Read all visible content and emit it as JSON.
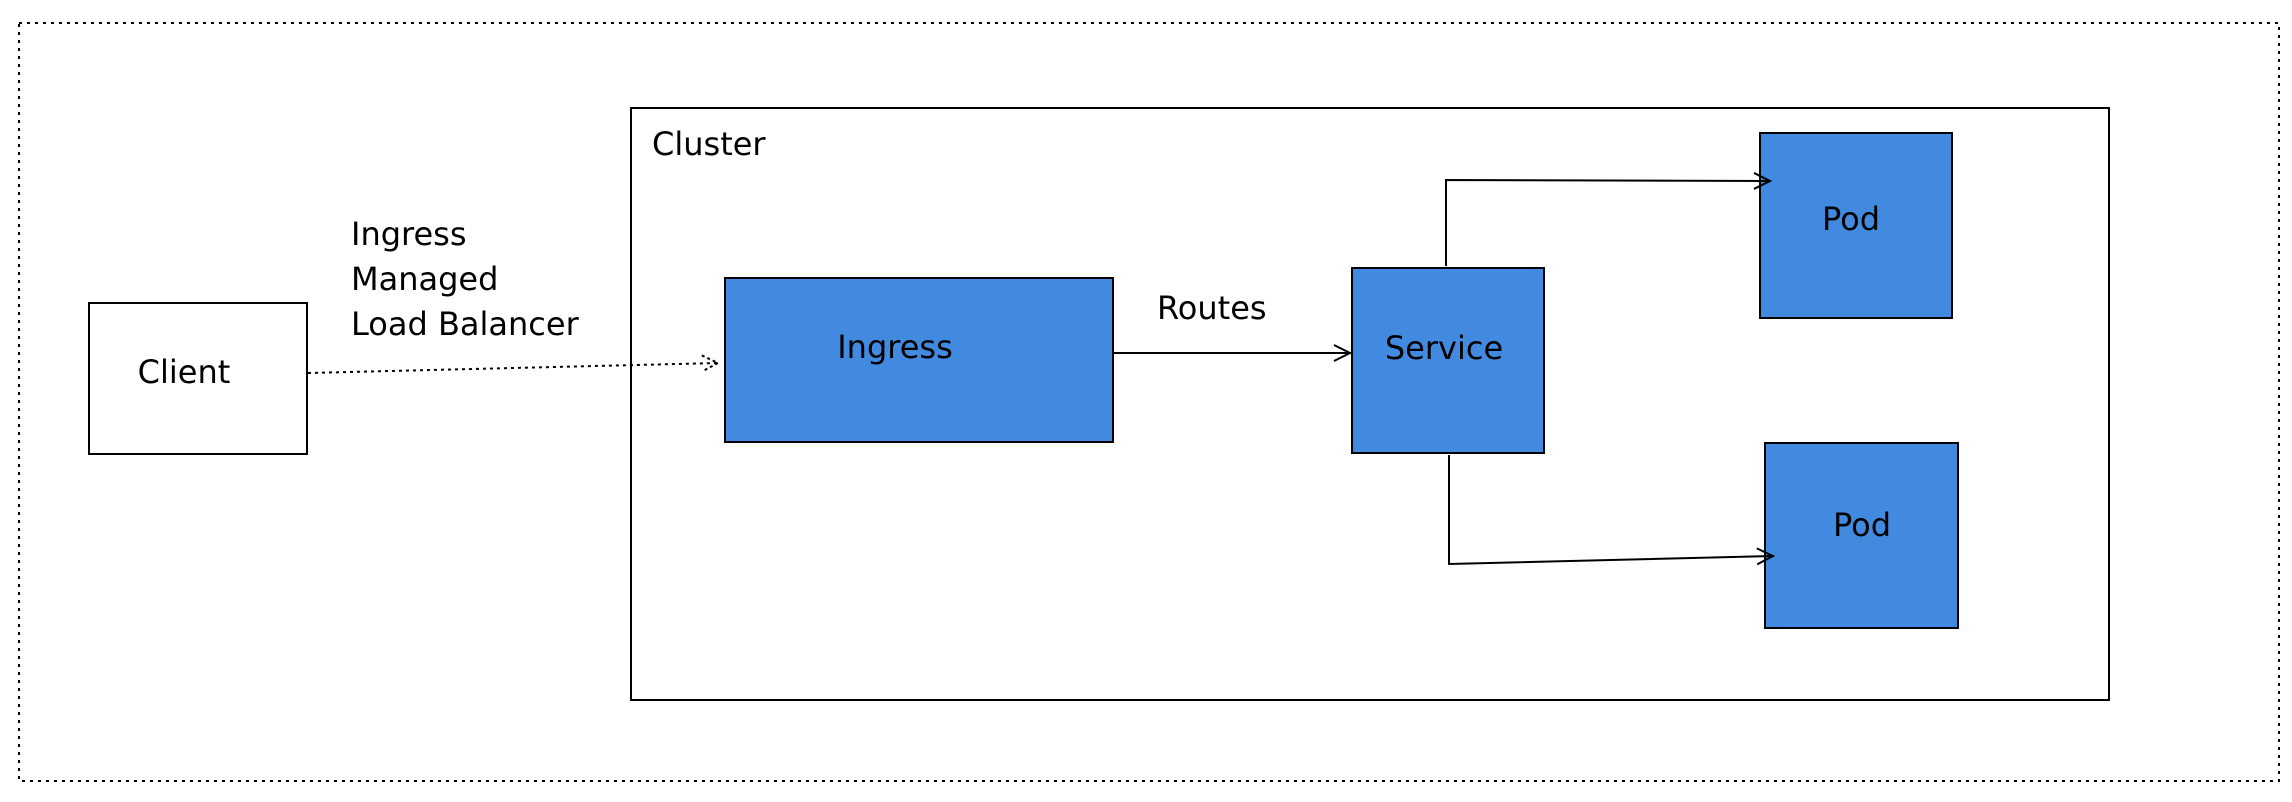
{
  "diagram": {
    "outer_frame": {
      "style": "dotted"
    },
    "cluster": {
      "label": "Cluster"
    },
    "client": {
      "label": "Client"
    },
    "ingress": {
      "label": "Ingress"
    },
    "service": {
      "label": "Service"
    },
    "pod_top": {
      "label": "Pod"
    },
    "pod_bottom": {
      "label": "Pod"
    },
    "edge_client_ingress": {
      "label_lines": [
        "Ingress",
        "Managed",
        "Load Balancer"
      ],
      "style": "dotted"
    },
    "edge_ingress_service": {
      "label": "Routes",
      "style": "solid"
    },
    "edge_service_pod_top": {
      "style": "solid"
    },
    "edge_service_pod_bottom": {
      "style": "solid"
    },
    "colors": {
      "node_fill": "#4289E0",
      "stroke": "#000000",
      "background": "#FFFFFF"
    }
  }
}
